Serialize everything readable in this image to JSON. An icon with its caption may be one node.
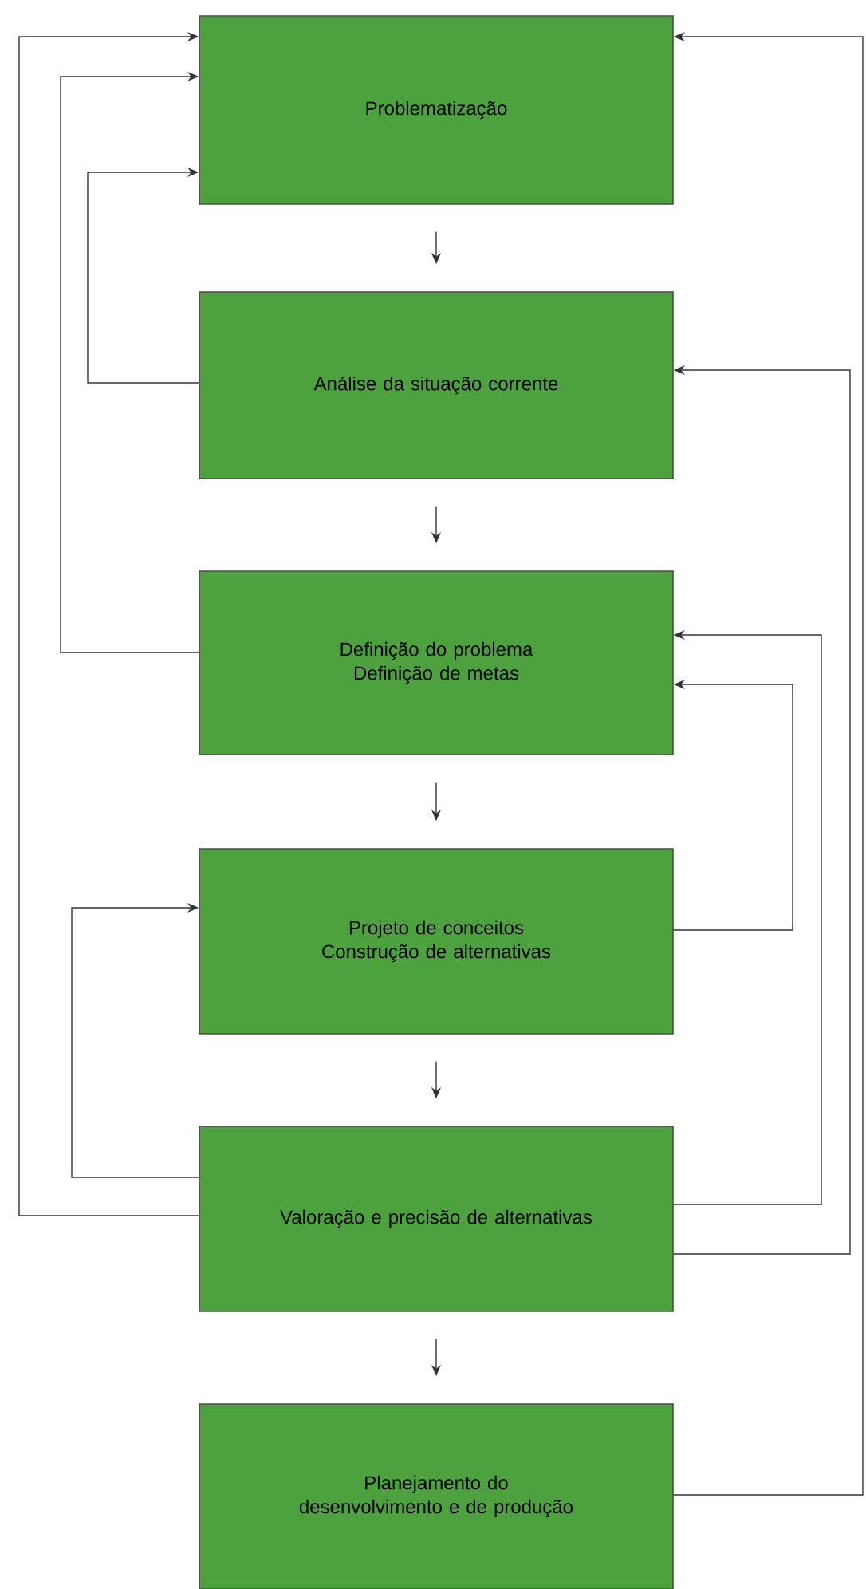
{
  "diagram": {
    "nodes": [
      {
        "text": [
          "Problematização"
        ]
      },
      {
        "text": [
          "Análise da situação corrente"
        ]
      },
      {
        "text": [
          "Definição do problema Definição de metas"
        ]
      },
      {
        "text": [
          "Projeto de conceitos Construção de alternativas"
        ]
      },
      {
        "text": [
          "Valoração e precisão de alternativas"
        ]
      },
      {
        "text": [
          "Planejamento do desenvolvimento e de produção"
        ]
      }
    ],
    "edges": [
      {
        "from": 0,
        "to": 1,
        "arrow": "to"
      },
      {
        "from": 1,
        "to": 2,
        "arrow": "to"
      },
      {
        "from": 2,
        "to": 3,
        "arrow": "to"
      },
      {
        "from": 3,
        "to": 4,
        "arrow": "to"
      },
      {
        "from": 4,
        "to": 5,
        "arrow": "to"
      },
      {
        "from": 4,
        "to": 0,
        "arrow": "to"
      },
      {
        "from": 2,
        "to": 0,
        "arrow": "to"
      },
      {
        "from": 1,
        "to": 0,
        "arrow": "to"
      },
      {
        "from": 4,
        "to": 3,
        "arrow": "to"
      },
      {
        "from": 5,
        "to": 0,
        "arrow": "to"
      },
      {
        "from": 4,
        "to": 1,
        "arrow": "to"
      },
      {
        "from": 4,
        "to": 2,
        "arrow": "to"
      },
      {
        "from": 3,
        "to": 2,
        "arrow": "to"
      }
    ]
  }
}
